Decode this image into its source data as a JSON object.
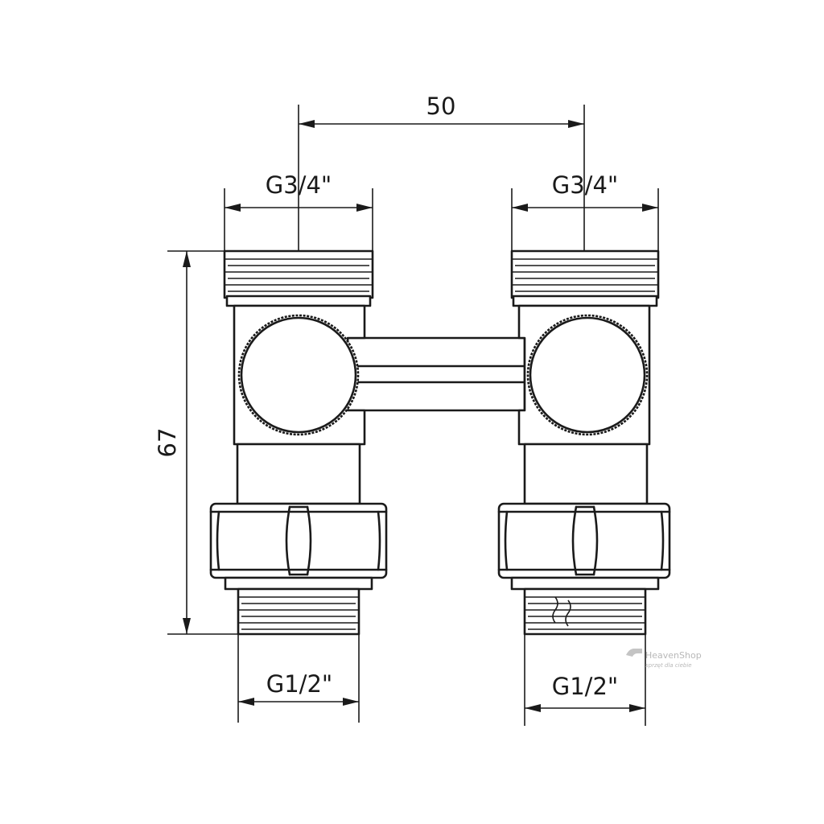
{
  "dimensions": {
    "center_distance": "50",
    "overall_height": "67",
    "top_left_thread": "G3/4\"",
    "top_right_thread": "G3/4\"",
    "bottom_left_thread": "G1/2\"",
    "bottom_right_thread": "G1/2\""
  },
  "watermark": {
    "brand": "HeavenShop",
    "tagline": "sprzęt dla ciebie"
  },
  "colors": {
    "line": "#1a1a1a",
    "background": "#ffffff",
    "watermark": "#b8b8b8"
  }
}
